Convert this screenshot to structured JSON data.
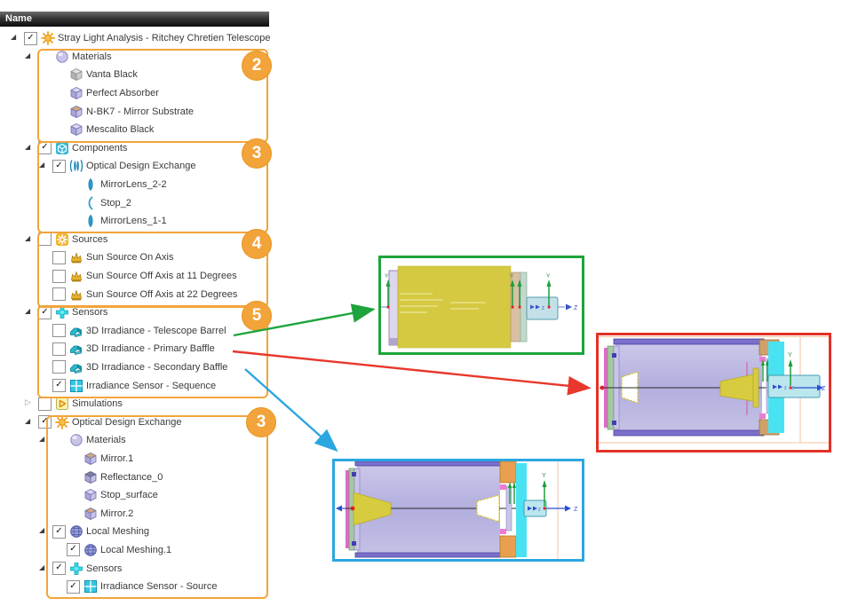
{
  "tree_panel": {
    "column_header": "Name"
  },
  "tree": {
    "rows": [
      {
        "level": 0,
        "tri": "open",
        "cb": "checked",
        "icon": "sun",
        "label": "Stray Light Analysis - Ritchey Chretien Telescope"
      },
      {
        "level": 1,
        "tri": "open",
        "cb": null,
        "icon": "materials-sphere",
        "label": "Materials"
      },
      {
        "level": 2,
        "tri": null,
        "cb": null,
        "icon": "cube-gray",
        "label": "Vanta Black"
      },
      {
        "level": 2,
        "tri": null,
        "cb": null,
        "icon": "cube-blue",
        "label": "Perfect Absorber"
      },
      {
        "level": 2,
        "tri": null,
        "cb": null,
        "icon": "cube-tan",
        "label": "N-BK7 - Mirror Substrate"
      },
      {
        "level": 2,
        "tri": null,
        "cb": null,
        "icon": "cube-blue",
        "label": "Mescalito Black"
      },
      {
        "level": 1,
        "tri": "open",
        "cb": "checked",
        "icon": "components",
        "label": "Components"
      },
      {
        "level": 2,
        "tri": "open",
        "cb": "checked",
        "icon": "ode-lens",
        "label": "Optical Design Exchange"
      },
      {
        "level": 3,
        "tri": null,
        "cb": null,
        "icon": "lens",
        "label": "MirrorLens_2-2"
      },
      {
        "level": 3,
        "tri": null,
        "cb": null,
        "icon": "stop-arc",
        "label": "Stop_2"
      },
      {
        "level": 3,
        "tri": null,
        "cb": null,
        "icon": "lens",
        "label": "MirrorLens_1-1"
      },
      {
        "level": 1,
        "tri": "open",
        "cb": "unchecked",
        "icon": "sources-sun",
        "label": "Sources"
      },
      {
        "level": 2,
        "tri": null,
        "cb": "unchecked",
        "icon": "sun-crown",
        "label": "Sun Source On Axis"
      },
      {
        "level": 2,
        "tri": null,
        "cb": "unchecked",
        "icon": "sun-crown",
        "label": "Sun Source Off Axis at 11 Degrees"
      },
      {
        "level": 2,
        "tri": null,
        "cb": "unchecked",
        "icon": "sun-crown",
        "label": "Sun Source Off Axis at 22 Degrees"
      },
      {
        "level": 1,
        "tri": "open",
        "cb": "checked",
        "icon": "sensors-plus",
        "label": "Sensors"
      },
      {
        "level": 2,
        "tri": null,
        "cb": "unchecked",
        "icon": "irr3d",
        "label": "3D Irradiance - Telescope Barrel"
      },
      {
        "level": 2,
        "tri": null,
        "cb": "unchecked",
        "icon": "irr3d",
        "label": "3D Irradiance - Primary Baffle"
      },
      {
        "level": 2,
        "tri": null,
        "cb": "unchecked",
        "icon": "irr3d",
        "label": "3D Irradiance - Secondary Baffle"
      },
      {
        "level": 2,
        "tri": null,
        "cb": "checked",
        "icon": "irr-grid",
        "label": "Irradiance Sensor - Sequence"
      },
      {
        "level": 1,
        "tri": "closed",
        "cb": "unchecked",
        "icon": "simulations",
        "label": "Simulations"
      },
      {
        "level": 1,
        "tri": "open",
        "cb": "checked",
        "icon": "sun",
        "label": "Optical Design Exchange"
      },
      {
        "level": 2,
        "tri": "open",
        "cb": null,
        "icon": "materials-sphere",
        "label": "Materials"
      },
      {
        "level": 3,
        "tri": null,
        "cb": null,
        "icon": "cube-tan",
        "label": "Mirror.1"
      },
      {
        "level": 3,
        "tri": null,
        "cb": null,
        "icon": "cube-dark",
        "label": "Reflectance_0"
      },
      {
        "level": 3,
        "tri": null,
        "cb": null,
        "icon": "cube-blue",
        "label": "Stop_surface"
      },
      {
        "level": 3,
        "tri": null,
        "cb": null,
        "icon": "cube-tan",
        "label": "Mirror.2"
      },
      {
        "level": 2,
        "tri": "open",
        "cb": "checked",
        "icon": "mesh",
        "label": "Local Meshing"
      },
      {
        "level": 3,
        "tri": null,
        "cb": "checked",
        "icon": "mesh",
        "label": "Local Meshing.1"
      },
      {
        "level": 2,
        "tri": "open",
        "cb": "checked",
        "icon": "sensors-plus",
        "label": "Sensors"
      },
      {
        "level": 3,
        "tri": null,
        "cb": "checked",
        "icon": "irr-grid",
        "label": "Irradiance Sensor - Source"
      }
    ]
  },
  "callouts": {
    "color": "#f2a43a",
    "materials": {
      "number": "2"
    },
    "components": {
      "number": "3"
    },
    "sources": {
      "number": "4"
    },
    "sensors": {
      "number": "5"
    },
    "optical_design_exchange": {
      "number": "3"
    }
  },
  "annotations": {
    "barrel_arrow_color": "#1ea43c",
    "primary_arrow_color": "#e8372c",
    "secondary_arrow_color": "#2ca6e0"
  },
  "viewports": {
    "axis_labels": {
      "y": "Y",
      "z": "Z",
      "z_small": "z"
    },
    "telescope_barrel": {
      "border_color": "#1ca53b",
      "highlight_color": "#d5c942"
    },
    "primary_baffle": {
      "border_color": "#e43126",
      "highlight_color": "#d7cb40"
    },
    "secondary_baffle": {
      "border_color": "#2ca6e0",
      "highlight_color": "#d7cb40"
    }
  }
}
